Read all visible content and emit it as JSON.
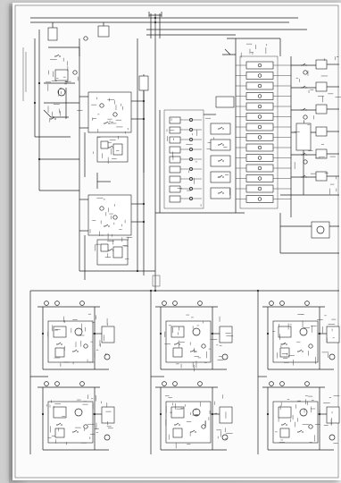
{
  "drawing": {
    "kind": "electrical schematic",
    "ink_color": "#222222",
    "paper_color": "#fbfbfb",
    "background_color": "#cfcfcf",
    "blocks": [
      {
        "name": "supply-section"
      },
      {
        "name": "relay-block-upper"
      },
      {
        "name": "relay-block-lower"
      },
      {
        "name": "terminal-column-center"
      },
      {
        "name": "contactor-bank-right"
      },
      {
        "name": "motor-unit-1"
      },
      {
        "name": "motor-unit-2"
      },
      {
        "name": "motor-unit-3"
      },
      {
        "name": "motor-unit-4"
      },
      {
        "name": "motor-unit-5"
      },
      {
        "name": "motor-unit-6"
      }
    ]
  }
}
